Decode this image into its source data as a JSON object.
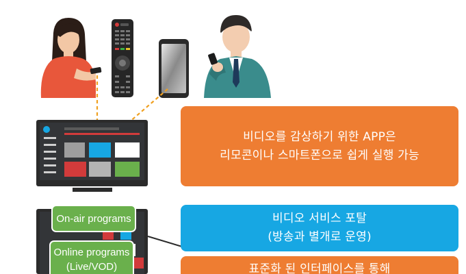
{
  "info_boxes": {
    "app_box": {
      "line1": "비디오를 감상하기 위한 APP은",
      "line2": "리모콘이나 스마트폰으로 쉽게 실행 가능"
    },
    "portal_box": {
      "line1": "비디오 서비스 포탈",
      "line2": "(방송과 별개로 운영)"
    },
    "interface_box": {
      "line1": "표준화 된 인터페이스를 통해"
    }
  },
  "program_labels": {
    "on_air": "On-air programs",
    "online_line1": "Online programs",
    "online_line2": "(Live/VOD)"
  },
  "colors": {
    "orange": "#ee7d32",
    "blue": "#17a7e3",
    "green": "#6ab04c",
    "arrow": "#f0a020"
  }
}
